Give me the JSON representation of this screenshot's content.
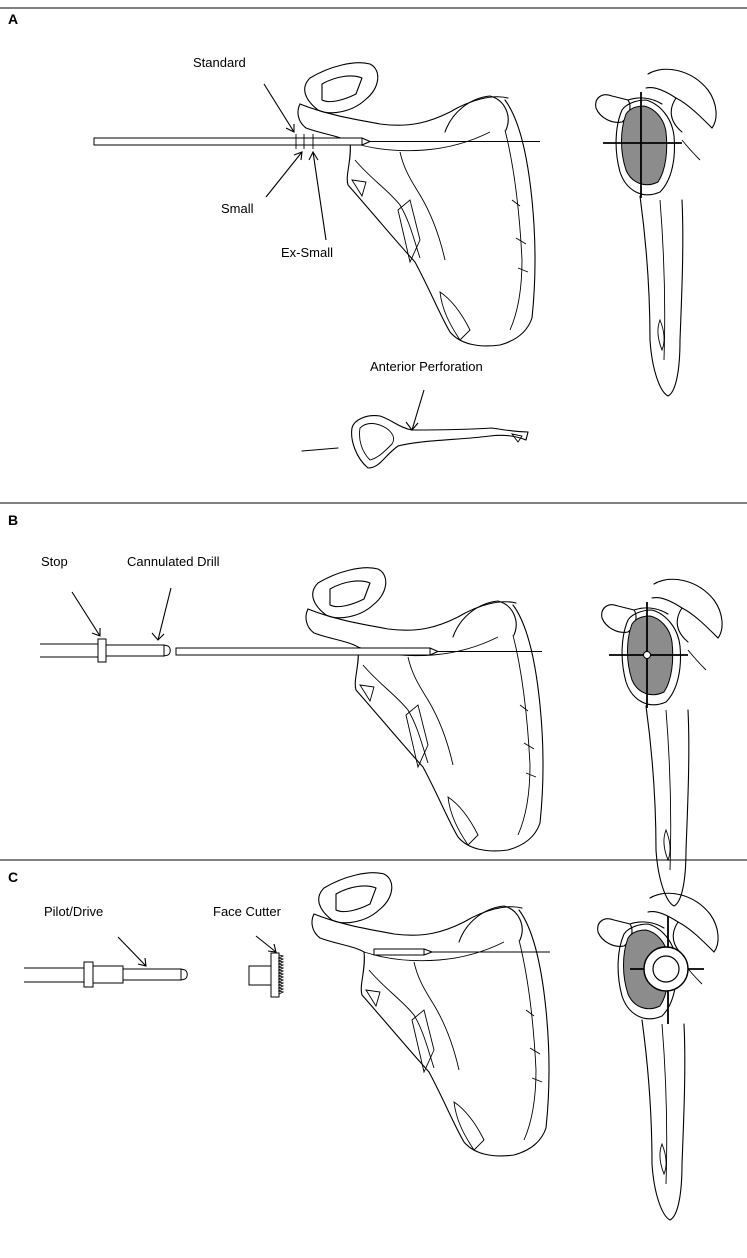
{
  "panels": [
    {
      "letter": "A",
      "labels": {
        "standard": "Standard",
        "small": "Small",
        "ex_small": "Ex-Small",
        "anterior_perforation": "Anterior Perforation"
      }
    },
    {
      "letter": "B",
      "labels": {
        "stop": "Stop",
        "cannulated_drill": "Cannulated Drill"
      }
    },
    {
      "letter": "C",
      "labels": {
        "pilot_drive": "Pilot/Drive",
        "face_cutter": "Face Cutter"
      }
    }
  ],
  "colors": {
    "line": "#000000",
    "glenoid_fill": "#8c8c8c",
    "background": "#ffffff"
  }
}
